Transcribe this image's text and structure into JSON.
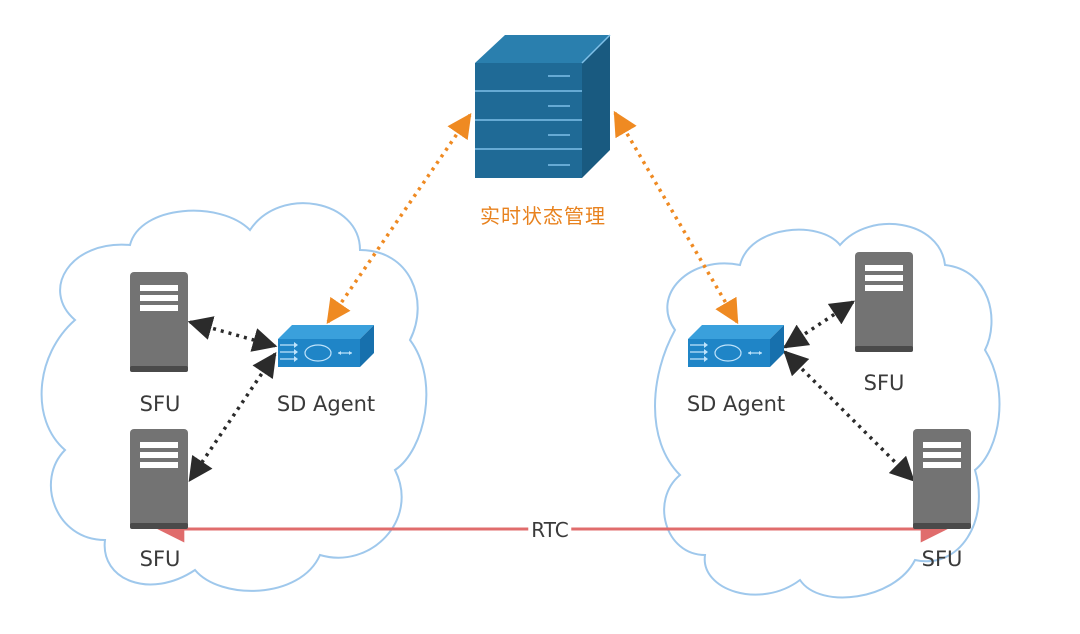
{
  "diagram": {
    "colors": {
      "cloud_stroke": "#9fc8ec",
      "orange_link": "#ef8a22",
      "black_link": "#2b2b2b",
      "rtc_link": "#e06c6c",
      "server_body": "#737373",
      "server_base": "#4a4a4a",
      "db_front": "#1f6a96",
      "db_side": "#195a80",
      "db_top": "#2a7fae",
      "agent_front": "#1f85c7",
      "agent_top": "#3aa0dc",
      "agent_side": "#1770ad"
    },
    "central": {
      "label": "实时状态管理",
      "icon": "database-server-icon"
    },
    "clusters": [
      {
        "id": "left",
        "agent": {
          "label": "SD Agent",
          "icon": "sd-agent-switch-icon"
        },
        "servers": [
          {
            "label": "SFU",
            "icon": "server-icon"
          },
          {
            "label": "SFU",
            "icon": "server-icon"
          }
        ]
      },
      {
        "id": "right",
        "agent": {
          "label": "SD Agent",
          "icon": "sd-agent-switch-icon"
        },
        "servers": [
          {
            "label": "SFU",
            "icon": "server-icon"
          },
          {
            "label": "SFU",
            "icon": "server-icon"
          }
        ]
      }
    ],
    "links": [
      {
        "from": "central",
        "to": "left.agent",
        "style": "dotted-orange",
        "direction": "both"
      },
      {
        "from": "central",
        "to": "right.agent",
        "style": "dotted-orange",
        "direction": "both"
      },
      {
        "from": "left.agent",
        "to": "left.servers.0",
        "style": "dotted-black",
        "direction": "both"
      },
      {
        "from": "left.agent",
        "to": "left.servers.1",
        "style": "dotted-black",
        "direction": "both"
      },
      {
        "from": "right.agent",
        "to": "right.servers.0",
        "style": "dotted-black",
        "direction": "both"
      },
      {
        "from": "right.agent",
        "to": "right.servers.1",
        "style": "dotted-black",
        "direction": "both"
      },
      {
        "from": "left.servers.1",
        "to": "right.servers.1",
        "style": "solid-red",
        "direction": "both",
        "label": "RTC"
      }
    ]
  }
}
